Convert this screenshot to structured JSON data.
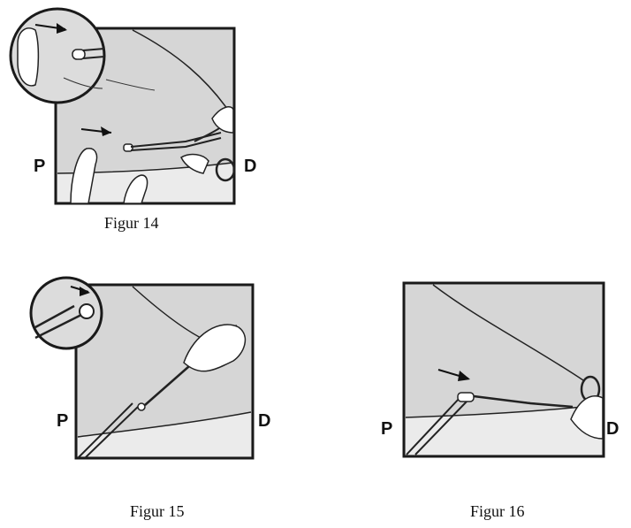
{
  "figures": [
    {
      "caption": "Figur 14",
      "left_label": "P",
      "right_label": "D"
    },
    {
      "caption": "Figur 15",
      "left_label": "P",
      "right_label": "D"
    },
    {
      "caption": "Figur 16",
      "left_label": "P",
      "right_label": "D"
    }
  ]
}
